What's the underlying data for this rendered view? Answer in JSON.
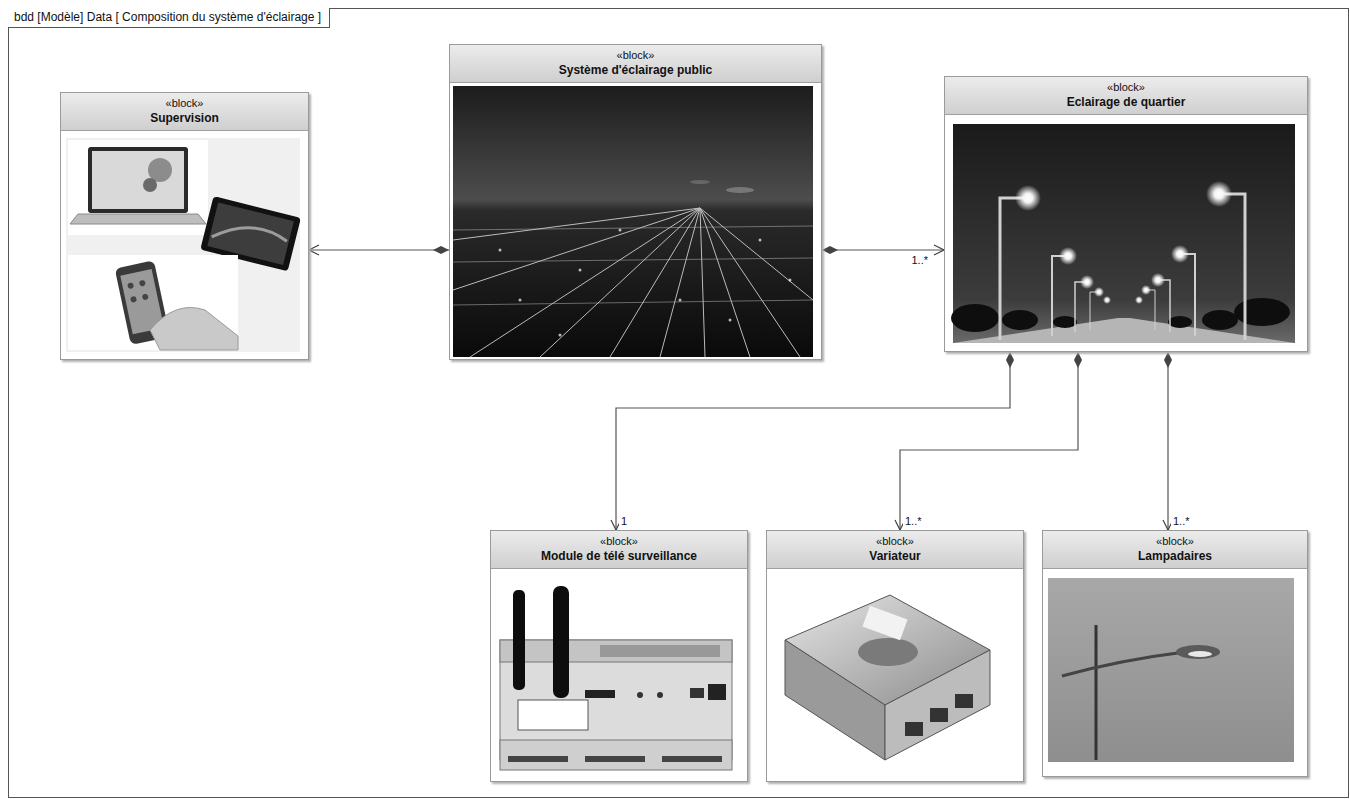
{
  "diagram": {
    "title": "bdd [Modèle] Data [ Composition du système d'éclairage ]",
    "nodes": [
      {
        "text": [
          "«block»",
          "Supervision"
        ]
      },
      {
        "text": [
          "«block»",
          "Système d'éclairage public"
        ]
      },
      {
        "text": [
          "«block»",
          "Eclairage de quartier"
        ]
      },
      {
        "text": [
          "«block»",
          "Module de télé surveillance"
        ]
      },
      {
        "text": [
          "«block»",
          "Variateur"
        ]
      },
      {
        "text": [
          "«block»",
          "Lampadaires"
        ]
      }
    ],
    "edges": [
      {
        "from": 1,
        "to": 0,
        "arrow": "both"
      },
      {
        "from": 1,
        "to": 2,
        "arrow": "both",
        "label": "1..*"
      },
      {
        "from": 2,
        "to": 3,
        "arrow": "both",
        "label": "1"
      },
      {
        "from": 2,
        "to": 4,
        "arrow": "both",
        "label": "1..*"
      },
      {
        "from": 2,
        "to": 5,
        "arrow": "both",
        "label": "1..*"
      }
    ]
  }
}
